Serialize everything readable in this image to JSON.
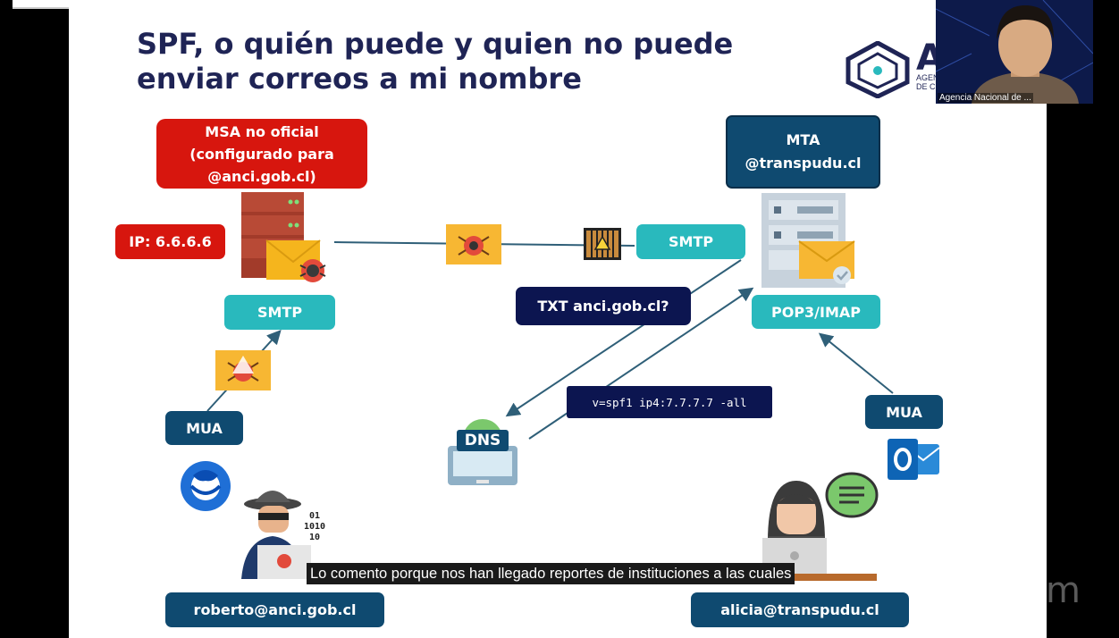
{
  "slide": {
    "title_line1": "SPF, o quién puede y quien no puede",
    "title_line2": "enviar correos a mi nombre",
    "logo": {
      "letter": "A",
      "sub1": "AGEN",
      "sub2": "DE C"
    },
    "msa_box": {
      "line1": "MSA no oficial",
      "line2": "(configurado para",
      "line3": "@anci.gob.cl)"
    },
    "ip_label": "IP: 6.6.6.6",
    "smtp_left": "SMTP",
    "mua_left": "MUA",
    "mta_box": {
      "line1": "MTA",
      "line2": "@transpudu.cl"
    },
    "smtp_right": "SMTP",
    "txt_query": "TXT anci.gob.cl?",
    "pop_imap": "POP3/IMAP",
    "spf_record": "v=spf1 ip4:7.7.7.7 -all",
    "mua_right": "MUA",
    "dns_label": "DNS",
    "hacker_bits": [
      "01",
      "1010",
      "10"
    ],
    "email_left": "roberto@anci.gob.cl",
    "email_right": "alicia@transpudu.cl"
  },
  "caption": "Lo comento porque nos han llegado reportes de instituciones a las cuales",
  "webcam": {
    "name": "Agencia Nacional de ..."
  },
  "colors": {
    "red": "#d7160e",
    "teal": "#29b9bd",
    "navy": "#0f4a70",
    "dark_navy": "#0c1550",
    "title": "#1f2455"
  }
}
